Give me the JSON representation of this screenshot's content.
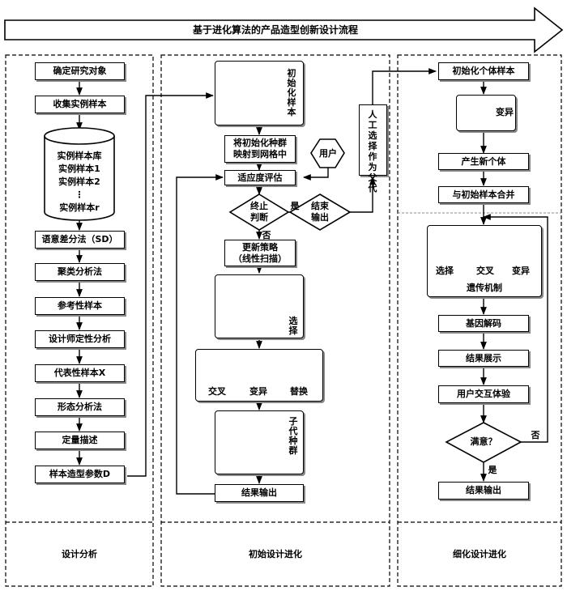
{
  "title": "基于进化算法的产品造型创新设计流程",
  "col1": {
    "steps": [
      "确定研究对象",
      "收集实例样本",
      "语意差分法（SD）",
      "聚类分析法",
      "参考性样本",
      "设计师定性分析",
      "代表性样本X",
      "形态分析法",
      "定量描述",
      "样本造型参数D"
    ],
    "db_lines": [
      "实例样本库",
      "实例样本1",
      "实例样本2",
      "⋮",
      "实例样本r"
    ],
    "footer": "设计分析"
  },
  "col2": {
    "init_sample": "初始化样本",
    "map_grid": "将初始化种群\n映射到网格中",
    "user": "用户",
    "fitness": "适应度评估",
    "stop": "终止\n判断",
    "yes": "是",
    "no": "否",
    "end_output": "结束\n输出",
    "strategy": "更新策略\n（线性扫描）",
    "select": "选择",
    "ops": [
      "交叉",
      "变异",
      "替换"
    ],
    "offspring": "子代种群",
    "result": "结果输出",
    "footer": "初始设计进化"
  },
  "manual": "人工选择作为父代",
  "col3": {
    "init_indiv": "初始化个体样本",
    "mutation": "变异",
    "new_indiv": "产生新个体",
    "merge": "与初始样本合并",
    "ga_ops": [
      "选择",
      "交叉",
      "变异"
    ],
    "ga": "遗传机制",
    "decode": "基因解码",
    "show": "结果展示",
    "ux": "用户交互体验",
    "satisfied": "满意？",
    "no": "否",
    "yes": "是",
    "result": "结果输出",
    "footer": "细化设计进化"
  }
}
